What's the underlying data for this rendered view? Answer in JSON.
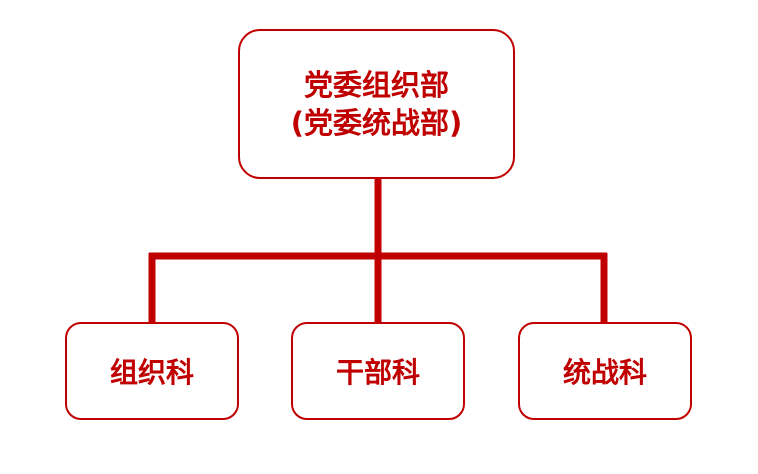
{
  "diagram": {
    "root": {
      "line1": "党委组织部",
      "line2": "(党委统战部)"
    },
    "children": [
      {
        "label": "组织科"
      },
      {
        "label": "干部科"
      },
      {
        "label": "统战科"
      }
    ],
    "colors": {
      "accent": "#c00000",
      "connector": "#c00000",
      "background": "#ffffff"
    }
  }
}
